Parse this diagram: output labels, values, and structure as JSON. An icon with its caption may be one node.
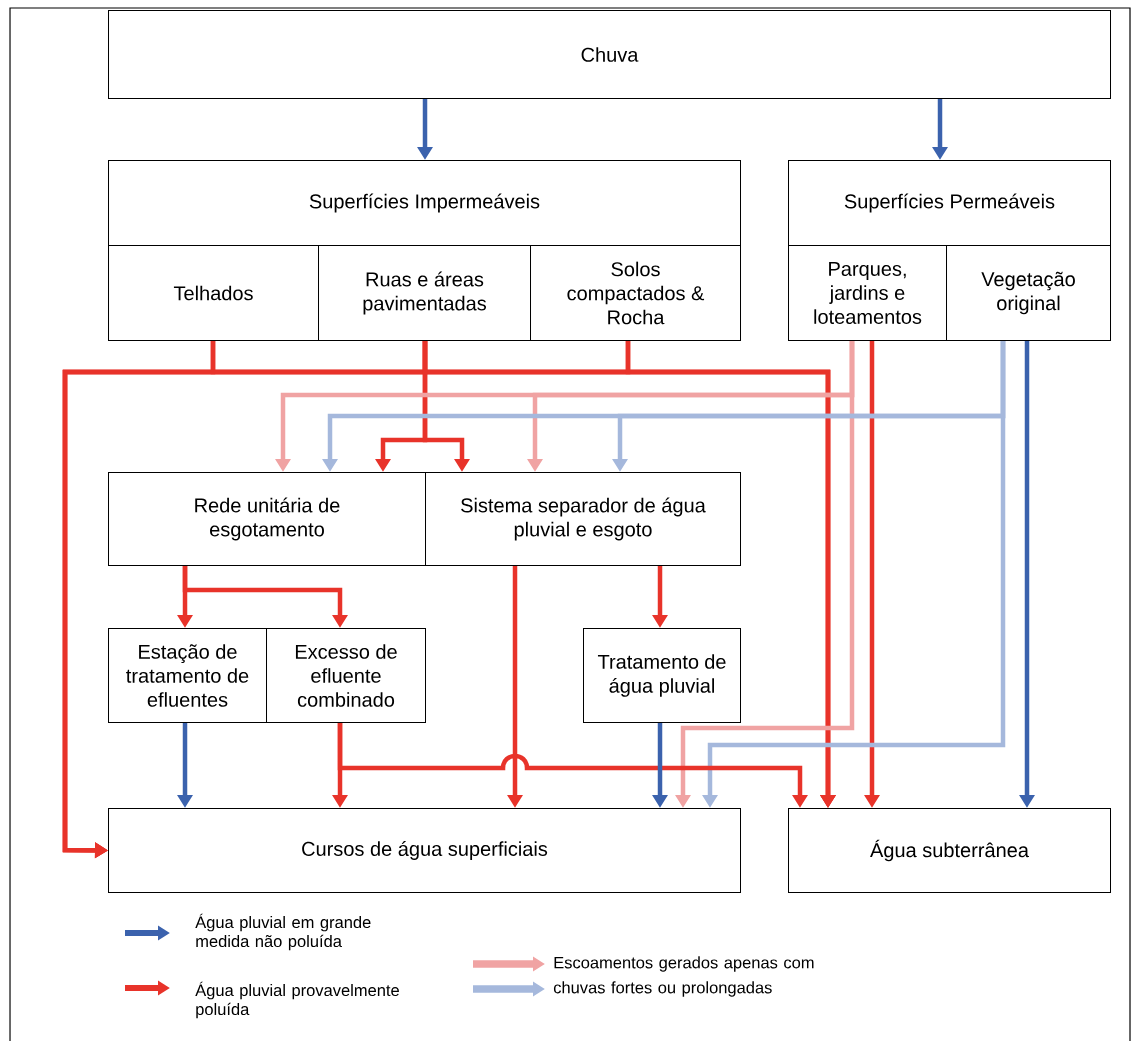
{
  "diagram": {
    "nodes": [
      {
        "text": [
          "Chuva"
        ]
      },
      {
        "text": [
          "Superfícies Impermeáveis"
        ]
      },
      {
        "text": [
          "Telhados"
        ],
        "in": 1
      },
      {
        "text": [
          "Ruas e áreas pavimentadas"
        ],
        "in": 1
      },
      {
        "text": [
          "Solos compactados & Rocha"
        ],
        "in": 1
      },
      {
        "text": [
          "Superfícies Permeáveis"
        ]
      },
      {
        "text": [
          "Parques, jardins e loteamentos"
        ],
        "in": 5
      },
      {
        "text": [
          "Vegetação original"
        ],
        "in": 5
      },
      {
        "text": [
          "Rede unitária de esgotamento"
        ]
      },
      {
        "text": [
          "Sistema separador de água pluvial e esgoto"
        ]
      },
      {
        "text": [
          "Estação de tratamento de efluentes"
        ]
      },
      {
        "text": [
          "Excesso de efluente combinado"
        ]
      },
      {
        "text": [
          "Tratamento de água pluvial"
        ]
      },
      {
        "text": [
          "Cursos de água superficiais"
        ]
      },
      {
        "text": [
          "Água subterrânea"
        ]
      }
    ],
    "edges": [
      {
        "from": 0,
        "to": 1,
        "arrow": "to",
        "color": "#3b62ad"
      },
      {
        "from": 0,
        "to": 5,
        "arrow": "to",
        "color": "#3b62ad"
      },
      {
        "from": 2,
        "to": 13,
        "arrow": "to",
        "color": "#e8332a"
      },
      {
        "from": 2,
        "to": 14,
        "arrow": "to",
        "color": "#e8332a"
      },
      {
        "from": 3,
        "to": 13,
        "arrow": "to",
        "color": "#e8332a"
      },
      {
        "from": 3,
        "to": 14,
        "arrow": "to",
        "color": "#e8332a"
      },
      {
        "from": 4,
        "to": 13,
        "arrow": "to",
        "color": "#e8332a"
      },
      {
        "from": 4,
        "to": 14,
        "arrow": "to",
        "color": "#e8332a"
      },
      {
        "from": 3,
        "to": 8,
        "arrow": "to",
        "color": "#e8332a"
      },
      {
        "from": 3,
        "to": 9,
        "arrow": "to",
        "color": "#e8332a"
      },
      {
        "from": 6,
        "to": 8,
        "arrow": "to",
        "color": "#f0a3a3"
      },
      {
        "from": 6,
        "to": 9,
        "arrow": "to",
        "color": "#f0a3a3"
      },
      {
        "from": 6,
        "to": 13,
        "arrow": "to",
        "color": "#f0a3a3"
      },
      {
        "from": 6,
        "to": 14,
        "arrow": "to",
        "color": "#e8332a"
      },
      {
        "from": 7,
        "to": 8,
        "arrow": "to",
        "color": "#a5b8dc"
      },
      {
        "from": 7,
        "to": 9,
        "arrow": "to",
        "color": "#a5b8dc"
      },
      {
        "from": 7,
        "to": 13,
        "arrow": "to",
        "color": "#a5b8dc"
      },
      {
        "from": 7,
        "to": 14,
        "arrow": "to",
        "color": "#3b62ad"
      },
      {
        "from": 8,
        "to": 10,
        "arrow": "to",
        "color": "#e8332a"
      },
      {
        "from": 8,
        "to": 11,
        "arrow": "to",
        "color": "#e8332a"
      },
      {
        "from": 9,
        "to": 13,
        "arrow": "to",
        "color": "#e8332a"
      },
      {
        "from": 9,
        "to": 12,
        "arrow": "to",
        "color": "#e8332a"
      },
      {
        "from": 10,
        "to": 13,
        "arrow": "to",
        "color": "#3b62ad"
      },
      {
        "from": 11,
        "to": 13,
        "arrow": "to",
        "color": "#e8332a"
      },
      {
        "from": 11,
        "to": 14,
        "arrow": "to",
        "color": "#e8332a"
      },
      {
        "from": 12,
        "to": 13,
        "arrow": "to",
        "color": "#3b62ad"
      }
    ],
    "legend": [
      {
        "text": "Água pluvial em grande medida não poluída",
        "color": "#3b62ad"
      },
      {
        "text": "Água pluvial provavelmente poluída",
        "color": "#e8332a"
      },
      {
        "text": "Escoamentos gerados apenas com",
        "color": "#f0a3a3"
      },
      {
        "text": "chuvas fortes ou prolongadas",
        "color": "#a5b8dc"
      }
    ]
  }
}
